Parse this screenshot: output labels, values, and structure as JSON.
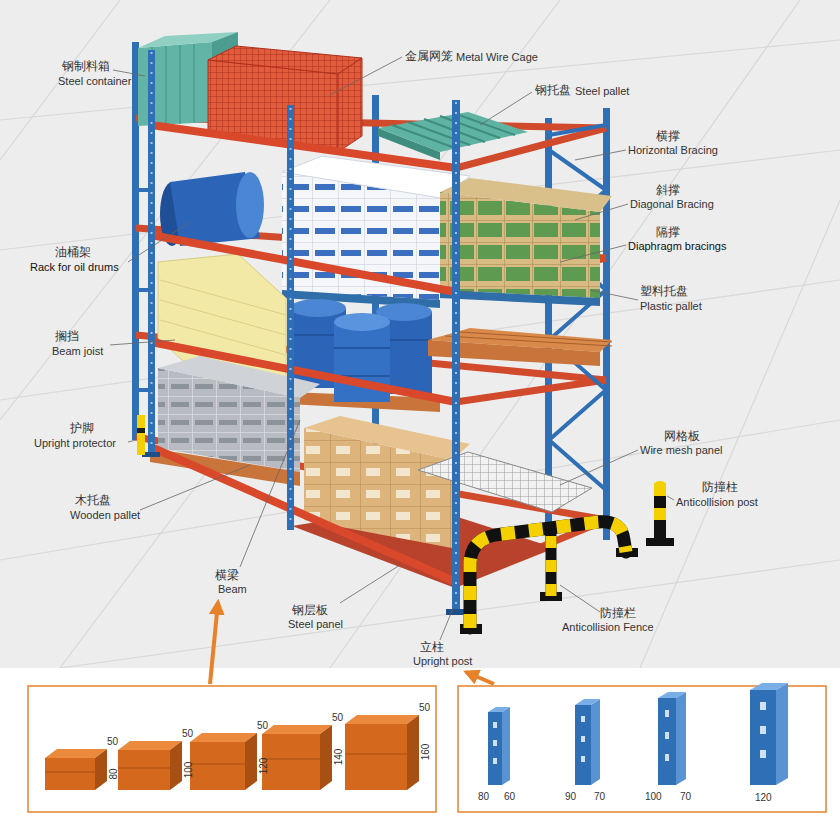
{
  "diagram": {
    "labels": [
      "钢制料箱",
      "Steel container",
      "金属网笼",
      "Metal Wire Cage",
      "钢托盘",
      "Steel pallet",
      "横撑",
      "Horizontal Bracing",
      "斜撑",
      "Diagonal Bracing",
      "隔撑",
      "Diaphragm bracings",
      "油桶架",
      "Rack for oil drums",
      "塑料托盘",
      "Plastic pallet",
      "搁挡",
      "Beam joist",
      "护脚",
      "Upright protector",
      "网格板",
      "Wire mesh panel",
      "防撞柱",
      "Anticollision post",
      "木托盘",
      "Wooden pallet",
      "横梁",
      "Beam",
      "钢层板",
      "Steel panel",
      "防撞栏",
      "Anticollision Fence",
      "立柱",
      "Upright post",
      "50",
      "80",
      "50",
      "100",
      "50",
      "120",
      "50",
      "140",
      "50",
      "160",
      "80",
      "60",
      "90",
      "70",
      "100",
      "70",
      "120"
    ]
  }
}
